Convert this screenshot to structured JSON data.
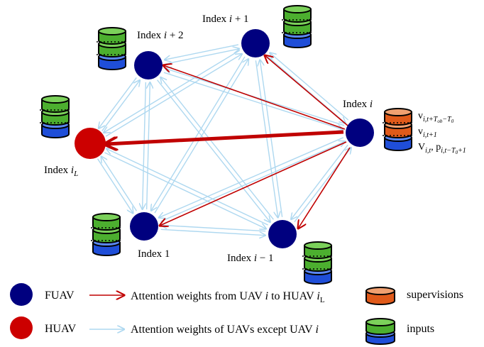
{
  "nodes": {
    "i": {
      "prefix": "Index ",
      "var": "i",
      "type": "FUAV"
    },
    "i_plus_1": {
      "prefix": "Index ",
      "var": "i",
      "suffix": " + 1",
      "type": "FUAV"
    },
    "i_plus_2": {
      "prefix": "Index ",
      "var": "i",
      "suffix": " + 2",
      "type": "FUAV"
    },
    "i_L": {
      "prefix": "Index ",
      "var": "i",
      "sub": "L",
      "type": "HUAV"
    },
    "one": {
      "prefix": "Index 1",
      "type": "FUAV"
    },
    "i_minus_1": {
      "prefix": "Index ",
      "var": "i",
      "suffix": " − 1",
      "type": "FUAV"
    }
  },
  "node_i_annotations": {
    "top": {
      "base": "v",
      "sub": "i,t+T",
      "sub2": "ob",
      "sub3": "−T",
      "sub4": "0"
    },
    "mid": {
      "base": "v",
      "sub": "i,t+1"
    },
    "bottom_a": {
      "base": "V",
      "sub": "i,t"
    },
    "bottom_sep": ", ",
    "bottom_b": {
      "base": "p",
      "sub": "i,t−T",
      "sub2": "0",
      "sub3": "+1"
    }
  },
  "legend": {
    "fuav": "FUAV",
    "huav": "HUAV",
    "red_arrow": {
      "text": "Attention weights from UAV ",
      "var": "i",
      "mid": " to HUAV ",
      "var2": "i",
      "sub": "L"
    },
    "blue_arrow": {
      "text": "Attention weights of UAVs except UAV ",
      "var": "i"
    },
    "supervisions": "supervisions",
    "inputs": "inputs"
  },
  "colors": {
    "fuav": "#00007f",
    "huav": "#cc0000",
    "red_arrow": "#c00000",
    "blue_arrow": "#aed8f0",
    "input_green": "#4caf2f",
    "input_blue": "#1f4ed8",
    "supervision_orange": "#e05a1a",
    "supervision_light": "#f0a070"
  }
}
